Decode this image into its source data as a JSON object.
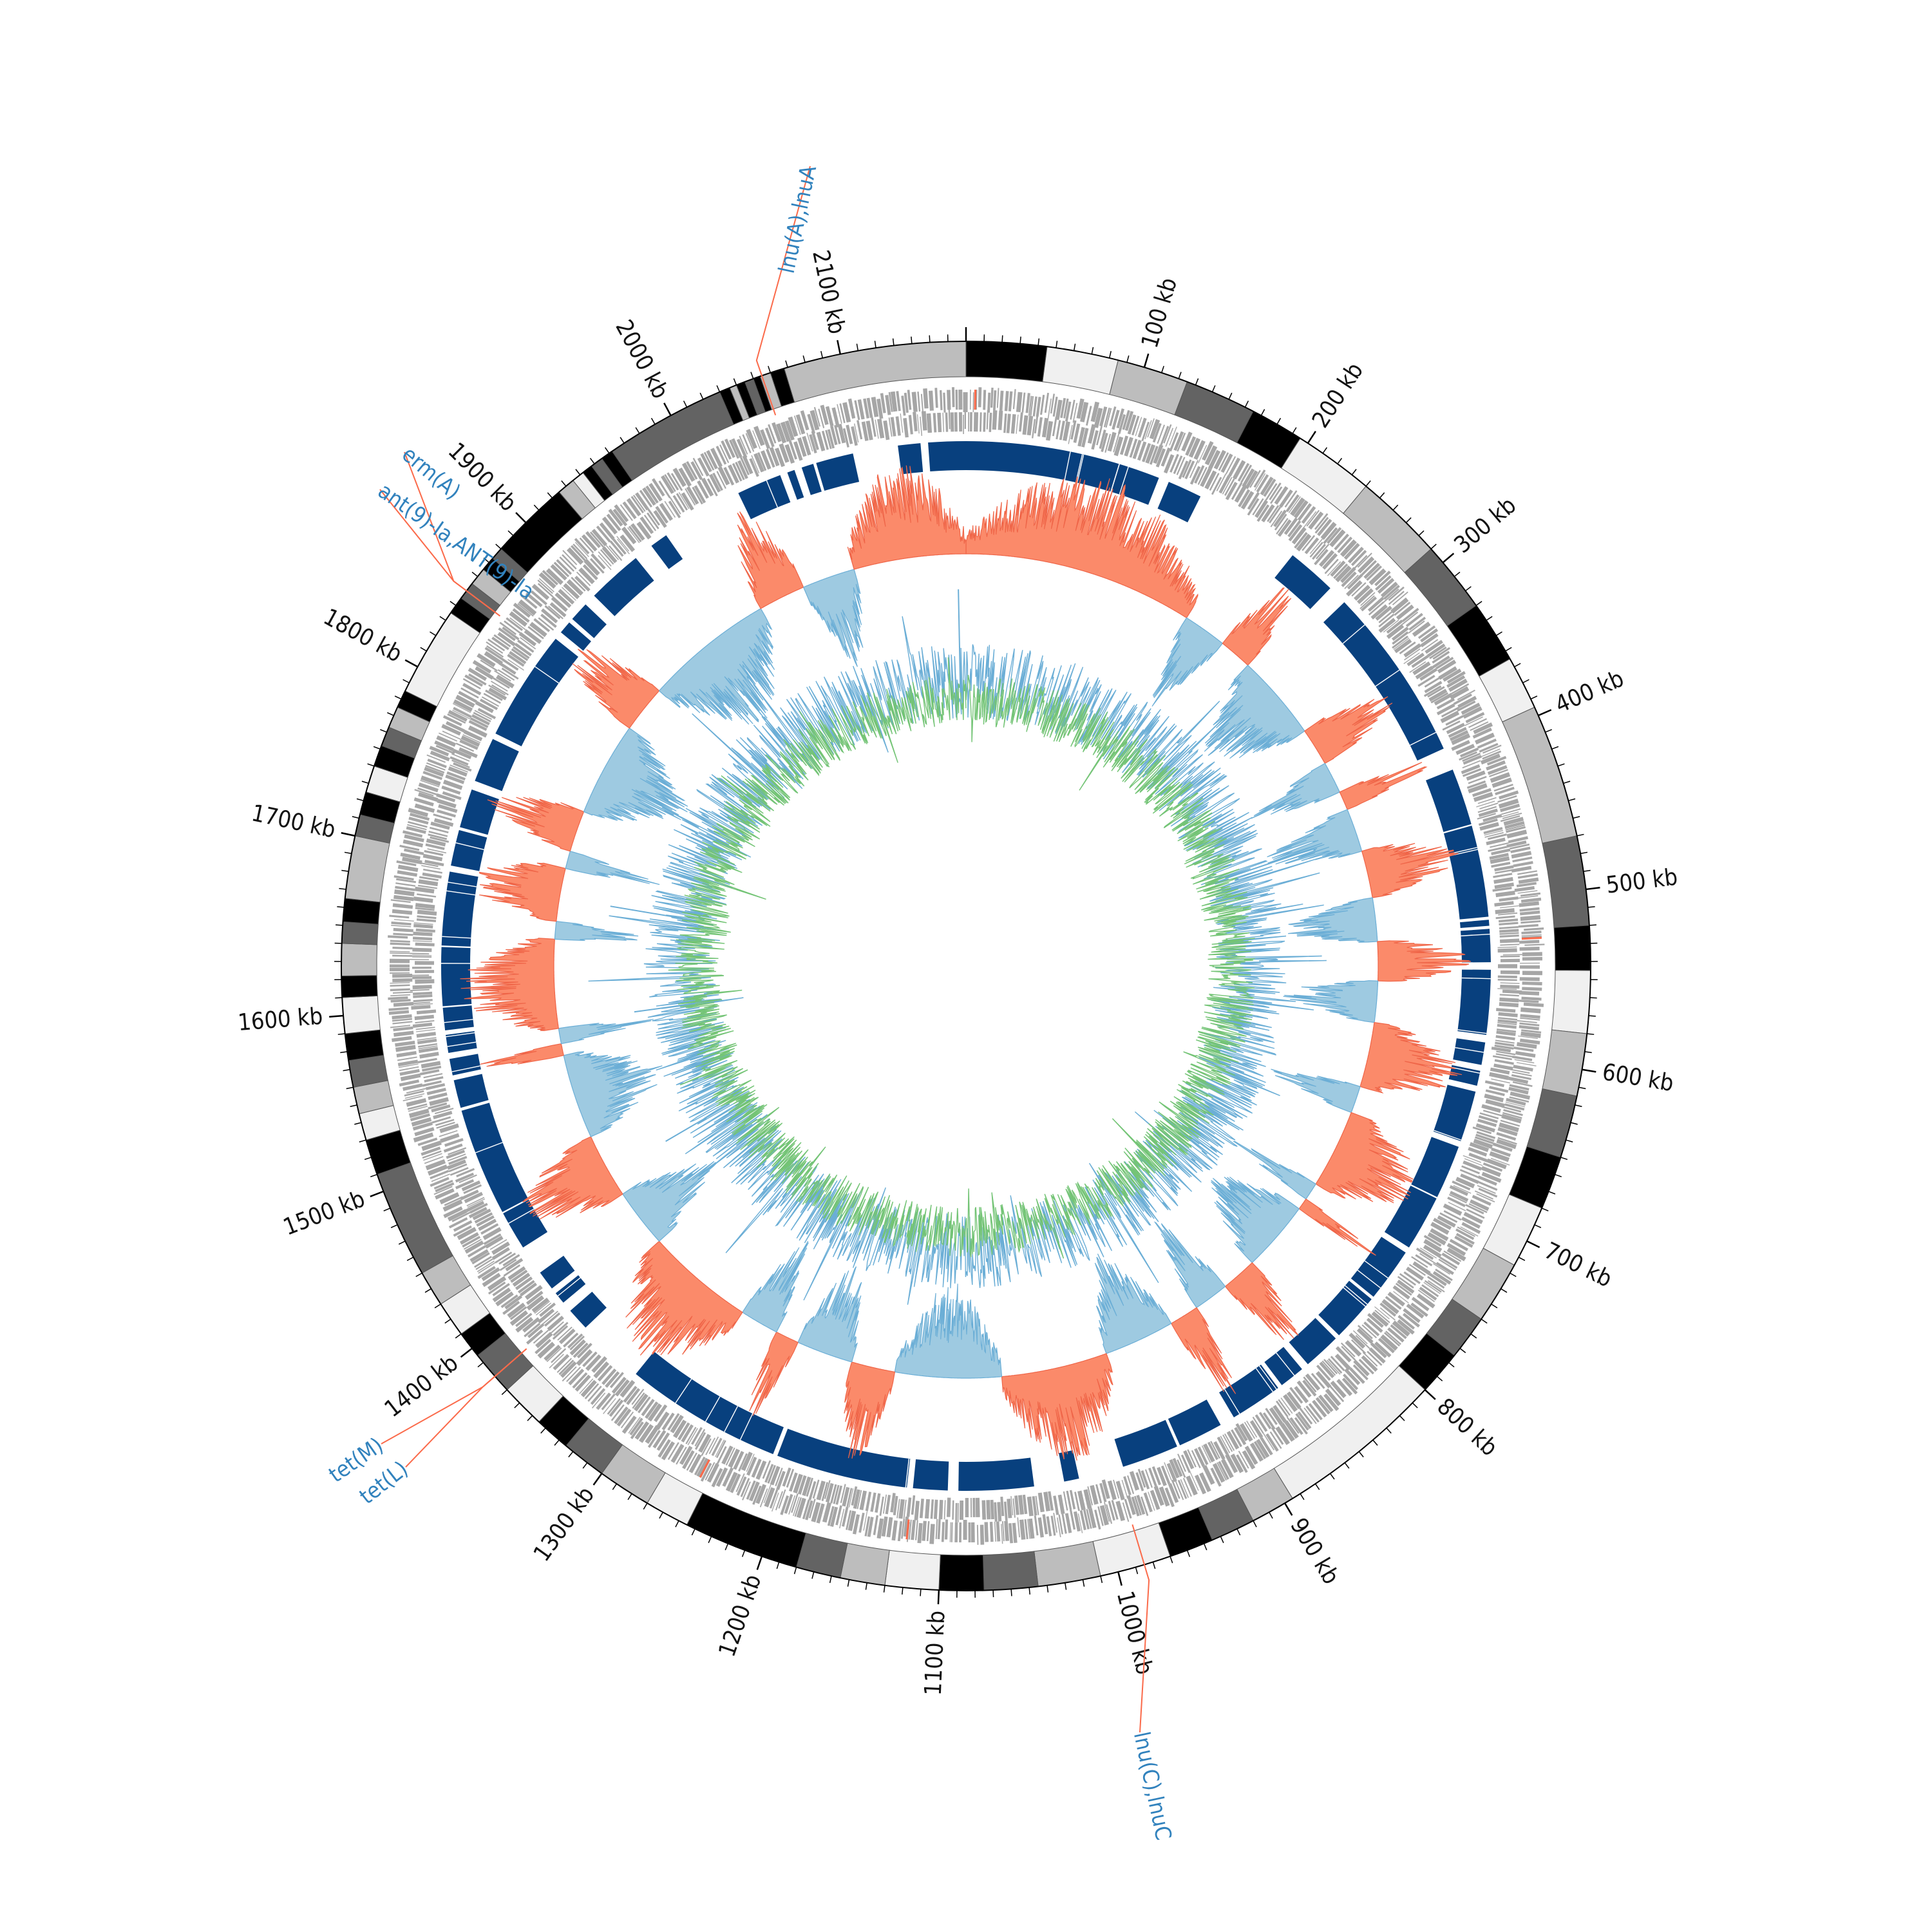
{
  "genome": {
    "total_length_kb": 2170
  },
  "axis": {
    "unit": "kb",
    "major_ticks": [
      {
        "pos": 100,
        "label": "100 kb"
      },
      {
        "pos": 200,
        "label": "200 kb"
      },
      {
        "pos": 300,
        "label": "300 kb"
      },
      {
        "pos": 400,
        "label": "400 kb"
      },
      {
        "pos": 500,
        "label": "500 kb"
      },
      {
        "pos": 600,
        "label": "600 kb"
      },
      {
        "pos": 700,
        "label": "700 kb"
      },
      {
        "pos": 800,
        "label": "800 kb"
      },
      {
        "pos": 900,
        "label": "900 kb"
      },
      {
        "pos": 1000,
        "label": "1000 kb"
      },
      {
        "pos": 1100,
        "label": "1100 kb"
      },
      {
        "pos": 1200,
        "label": "1200 kb"
      },
      {
        "pos": 1300,
        "label": "1300 kb"
      },
      {
        "pos": 1400,
        "label": "1400 kb"
      },
      {
        "pos": 1500,
        "label": "1500 kb"
      },
      {
        "pos": 1600,
        "label": "1600 kb"
      },
      {
        "pos": 1700,
        "label": "1700 kb"
      },
      {
        "pos": 1800,
        "label": "1800 kb"
      },
      {
        "pos": 1900,
        "label": "1900 kb"
      },
      {
        "pos": 2000,
        "label": "2000 kb"
      },
      {
        "pos": 2100,
        "label": "2100 kb"
      }
    ]
  },
  "contig_ring": {
    "palette": [
      "#000000",
      "#f0f0f0",
      "#bdbdbd",
      "#636363"
    ],
    "contigs_kb": [
      [
        0,
        45,
        0
      ],
      [
        45,
        85,
        1
      ],
      [
        85,
        125,
        2
      ],
      [
        125,
        165,
        3
      ],
      [
        165,
        195,
        0
      ],
      [
        195,
        240,
        1
      ],
      [
        240,
        290,
        2
      ],
      [
        290,
        330,
        3
      ],
      [
        330,
        365,
        0
      ],
      [
        365,
        395,
        1
      ],
      [
        395,
        470,
        2
      ],
      [
        470,
        520,
        3
      ],
      [
        520,
        545,
        0
      ],
      [
        545,
        580,
        1
      ],
      [
        580,
        615,
        2
      ],
      [
        615,
        650,
        3
      ],
      [
        650,
        680,
        0
      ],
      [
        680,
        715,
        1
      ],
      [
        715,
        750,
        2
      ],
      [
        750,
        775,
        3
      ],
      [
        775,
        800,
        0
      ],
      [
        800,
        895,
        1
      ],
      [
        895,
        920,
        2
      ],
      [
        920,
        945,
        3
      ],
      [
        945,
        970,
        0
      ],
      [
        970,
        1010,
        1
      ],
      [
        1010,
        1045,
        2
      ],
      [
        1045,
        1075,
        3
      ],
      [
        1075,
        1100,
        0
      ],
      [
        1100,
        1130,
        1
      ],
      [
        1130,
        1155,
        2
      ],
      [
        1155,
        1180,
        3
      ],
      [
        1180,
        1245,
        0
      ],
      [
        1245,
        1270,
        1
      ],
      [
        1270,
        1300,
        2
      ],
      [
        1300,
        1325,
        3
      ],
      [
        1325,
        1345,
        0
      ],
      [
        1345,
        1370,
        1
      ],
      [
        1370,
        1395,
        3
      ],
      [
        1395,
        1410,
        0
      ],
      [
        1410,
        1430,
        1
      ],
      [
        1430,
        1450,
        2
      ],
      [
        1450,
        1510,
        3
      ],
      [
        1510,
        1530,
        0
      ],
      [
        1530,
        1545,
        1
      ],
      [
        1545,
        1560,
        2
      ],
      [
        1560,
        1575,
        3
      ],
      [
        1575,
        1590,
        0
      ],
      [
        1590,
        1610,
        1
      ],
      [
        1610,
        1622,
        0
      ],
      [
        1622,
        1640,
        2
      ],
      [
        1640,
        1652,
        3
      ],
      [
        1652,
        1665,
        0
      ],
      [
        1665,
        1700,
        2
      ],
      [
        1700,
        1712,
        3
      ],
      [
        1712,
        1725,
        0
      ],
      [
        1725,
        1740,
        1
      ],
      [
        1740,
        1752,
        0
      ],
      [
        1752,
        1763,
        3
      ],
      [
        1763,
        1775,
        2
      ],
      [
        1775,
        1785,
        0
      ],
      [
        1785,
        1835,
        1
      ],
      [
        1835,
        1845,
        0
      ],
      [
        1845,
        1855,
        3
      ],
      [
        1855,
        1865,
        2
      ],
      [
        1865,
        1873,
        0
      ],
      [
        1873,
        1880,
        3
      ],
      [
        1880,
        1925,
        0
      ],
      [
        1925,
        1935,
        2
      ],
      [
        1935,
        1942,
        1
      ],
      [
        1942,
        1948,
        0
      ],
      [
        1948,
        1955,
        3
      ],
      [
        1955,
        1962,
        0
      ],
      [
        1962,
        2030,
        3
      ],
      [
        2030,
        2036,
        0
      ],
      [
        2036,
        2040,
        2
      ],
      [
        2040,
        2045,
        0
      ],
      [
        2045,
        2050,
        3
      ],
      [
        2050,
        2054,
        0
      ],
      [
        2054,
        2060,
        2
      ],
      [
        2060,
        2068,
        0
      ],
      [
        2068,
        2170,
        2
      ]
    ]
  },
  "blast_gaps_kb": [
    [
      130,
      137
    ],
    [
      160,
      232
    ],
    [
      265,
      278
    ],
    [
      395,
      410
    ],
    [
      448,
      449
    ],
    [
      510,
      512
    ],
    [
      516,
      518
    ],
    [
      540,
      545
    ],
    [
      588,
      593
    ],
    [
      608,
      612
    ],
    [
      622,
      626
    ],
    [
      660,
      664
    ],
    [
      700,
      701
    ],
    [
      738,
      742
    ],
    [
      778,
      780
    ],
    [
      812,
      815
    ],
    [
      840,
      845
    ],
    [
      862,
      865
    ],
    [
      900,
      910
    ],
    [
      940,
      942
    ],
    [
      980,
      1010
    ],
    [
      1020,
      1040
    ],
    [
      1090,
      1097
    ],
    [
      1120,
      1124
    ],
    [
      1212,
      1215
    ],
    [
      1320,
      1365
    ],
    [
      1380,
      1387
    ],
    [
      1395,
      1399
    ],
    [
      1412,
      1432
    ],
    [
      1458,
      1459
    ],
    [
      1531,
      1533
    ],
    [
      1552,
      1555
    ],
    [
      1566,
      1570
    ],
    [
      1582,
      1585
    ],
    [
      1600,
      1601
    ],
    [
      1640,
      1641
    ],
    [
      1690,
      1694
    ],
    [
      1718,
      1720
    ],
    [
      1746,
      1752
    ],
    [
      1782,
      1786
    ],
    [
      1860,
      1865
    ],
    [
      1874,
      1877
    ],
    [
      1890,
      1898
    ],
    [
      1935,
      1948
    ],
    [
      1960,
      2015
    ],
    [
      2045,
      2050
    ],
    [
      2055,
      2060
    ],
    [
      2068,
      2070
    ],
    [
      2095,
      2125
    ],
    [
      2140,
      2145
    ]
  ],
  "gc_skew": {
    "positive_color": "#fb8a6a",
    "negative_color": "#9ecae1",
    "skew_bins_kb": [
      [
        0,
        195,
        1
      ],
      [
        195,
        232,
        -1
      ],
      [
        232,
        260,
        1
      ],
      [
        260,
        333,
        -1
      ],
      [
        333,
        365,
        1
      ],
      [
        365,
        392,
        -1
      ],
      [
        392,
        408,
        1
      ],
      [
        408,
        445,
        -1
      ],
      [
        445,
        485,
        1
      ],
      [
        485,
        522,
        -1
      ],
      [
        522,
        555,
        1
      ],
      [
        555,
        590,
        -1
      ],
      [
        590,
        645,
        1
      ],
      [
        645,
        668,
        -1
      ],
      [
        668,
        735,
        1
      ],
      [
        735,
        750,
        -1
      ],
      [
        750,
        760,
        1
      ],
      [
        760,
        820,
        -1
      ],
      [
        820,
        850,
        1
      ],
      [
        850,
        880,
        -1
      ],
      [
        880,
        905,
        1
      ],
      [
        905,
        965,
        -1
      ],
      [
        965,
        1055,
        1
      ],
      [
        1055,
        1145,
        -1
      ],
      [
        1145,
        1182,
        1
      ],
      [
        1182,
        1230,
        -1
      ],
      [
        1230,
        1250,
        1
      ],
      [
        1250,
        1283,
        -1
      ],
      [
        1283,
        1375,
        1
      ],
      [
        1375,
        1425,
        -1
      ],
      [
        1425,
        1480,
        1
      ],
      [
        1480,
        1552,
        -1
      ],
      [
        1552,
        1562,
        1
      ],
      [
        1562,
        1575,
        -1
      ],
      [
        1575,
        1650,
        1
      ],
      [
        1650,
        1665,
        -1
      ],
      [
        1665,
        1710,
        1
      ],
      [
        1710,
        1725,
        -1
      ],
      [
        1725,
        1760,
        1
      ],
      [
        1760,
        1840,
        -1
      ],
      [
        1840,
        1880,
        1
      ],
      [
        1880,
        1990,
        -1
      ],
      [
        1990,
        2030,
        1
      ],
      [
        2030,
        2075,
        -1
      ],
      [
        2075,
        2170,
        1
      ]
    ]
  },
  "gc_content": {
    "line_color_outer": "#6baed6",
    "line_color_inner": "#74c476"
  },
  "annotations": [
    {
      "label": "lnu(A),lnuA",
      "pos": 2055,
      "color": "#3182bd"
    },
    {
      "label": "lnu(C),lnuC",
      "pos": 985,
      "color": "#3182bd"
    },
    {
      "label": "erm(A)",
      "pos": 1850,
      "color": "#3182bd"
    },
    {
      "label": "ant(9)-Ia,ANT(9)-Ia",
      "pos": 1850,
      "color": "#3182bd"
    },
    {
      "label": "tet(M)",
      "pos": 1380,
      "color": "#3182bd"
    },
    {
      "label": "tet(L)",
      "pos": 1380,
      "color": "#3182bd"
    }
  ],
  "colors": {
    "blast_ring": "#08407e",
    "cds_ring": "#a6a6a6",
    "annotation_line": "#fb6a4a",
    "axis_line": "#000000"
  }
}
